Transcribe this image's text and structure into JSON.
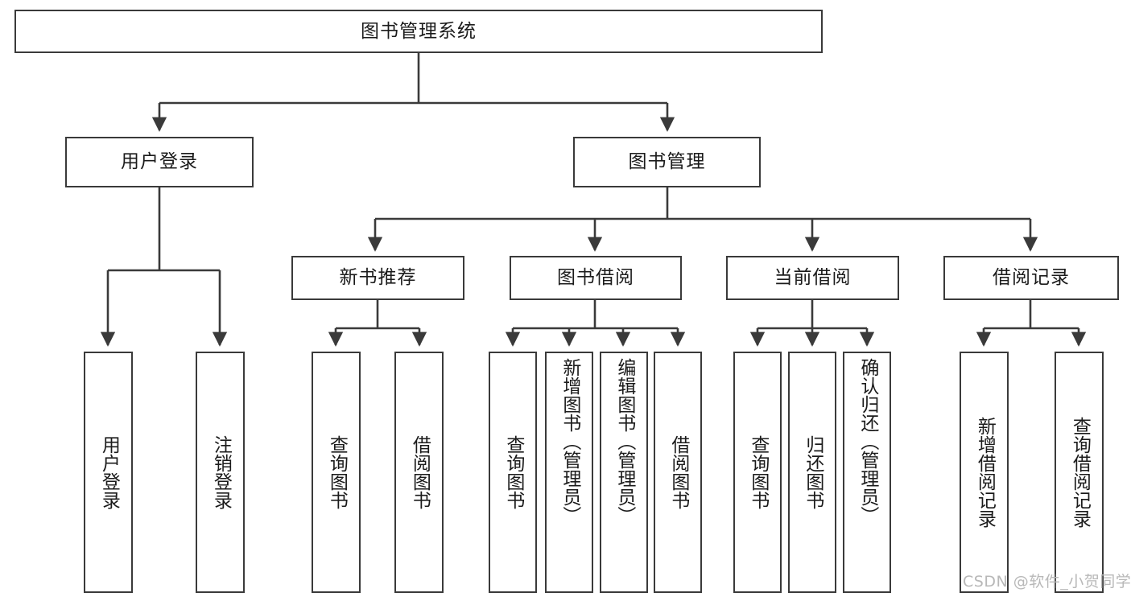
{
  "diagram": {
    "title": "图书管理系统",
    "type": "hierarchy-tree",
    "root": {
      "label": "图书管理系统"
    },
    "level2": [
      {
        "label": "用户登录"
      },
      {
        "label": "图书管理"
      }
    ],
    "level3": [
      {
        "label": "新书推荐"
      },
      {
        "label": "图书借阅"
      },
      {
        "label": "当前借阅"
      },
      {
        "label": "借阅记录"
      }
    ],
    "leaves": {
      "user_login": [
        {
          "label": "用户登录"
        },
        {
          "label": "注销登录"
        }
      ],
      "new_book_recommend": [
        {
          "label": "查询图书"
        },
        {
          "label": "借阅图书"
        }
      ],
      "book_borrow": [
        {
          "label": "查询图书"
        },
        {
          "label": "新增图书（管理员）"
        },
        {
          "label": "编辑图书（管理员）"
        },
        {
          "label": "借阅图书"
        }
      ],
      "current_borrow": [
        {
          "label": "查询图书"
        },
        {
          "label": "归还图书"
        },
        {
          "label": "确认归还（管理员）"
        }
      ],
      "borrow_record": [
        {
          "label": "新增借阅记录"
        },
        {
          "label": "查询借阅记录"
        }
      ]
    }
  },
  "watermark": {
    "text": "CSDN @软件_小贺同学"
  },
  "colors": {
    "stroke": "#3a3a3a",
    "background": "#ffffff",
    "text": "#1b1b1b",
    "watermark": "#b8b8b8"
  }
}
